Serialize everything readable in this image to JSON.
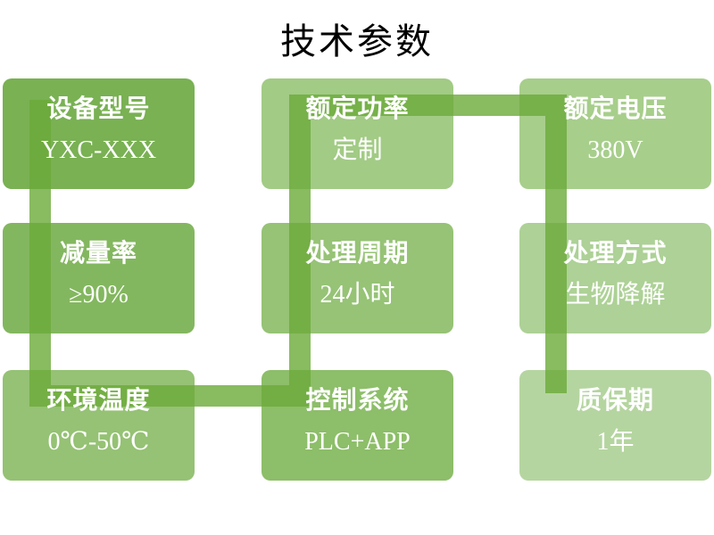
{
  "slide": {
    "title": "技术参数",
    "background": "#ffffff"
  },
  "connector": {
    "shape": "serpentine-flow",
    "color": "#6baa3a",
    "opacity": 0.8
  },
  "boxes": [
    {
      "label": "设备型号",
      "value": "YXC-XXX",
      "color": "#79b153"
    },
    {
      "label": "额定功率",
      "value": "定制",
      "color": "#a2cb85"
    },
    {
      "label": "额定电压",
      "value": "380V",
      "color": "#a7ce8b"
    },
    {
      "label": "减量率",
      "value": "≥90%",
      "color": "#83b75f"
    },
    {
      "label": "处理周期",
      "value": "24小时",
      "color": "#96c375"
    },
    {
      "label": "处理方式",
      "value": "生物降解",
      "color": "#add196"
    },
    {
      "label": "环境温度",
      "value": "0℃-50℃",
      "color": "#95c274"
    },
    {
      "label": "控制系统",
      "value": "PLC+APP",
      "color": "#8dbe69"
    },
    {
      "label": "质保期",
      "value": "1年",
      "color": "#b5d5a0"
    }
  ]
}
